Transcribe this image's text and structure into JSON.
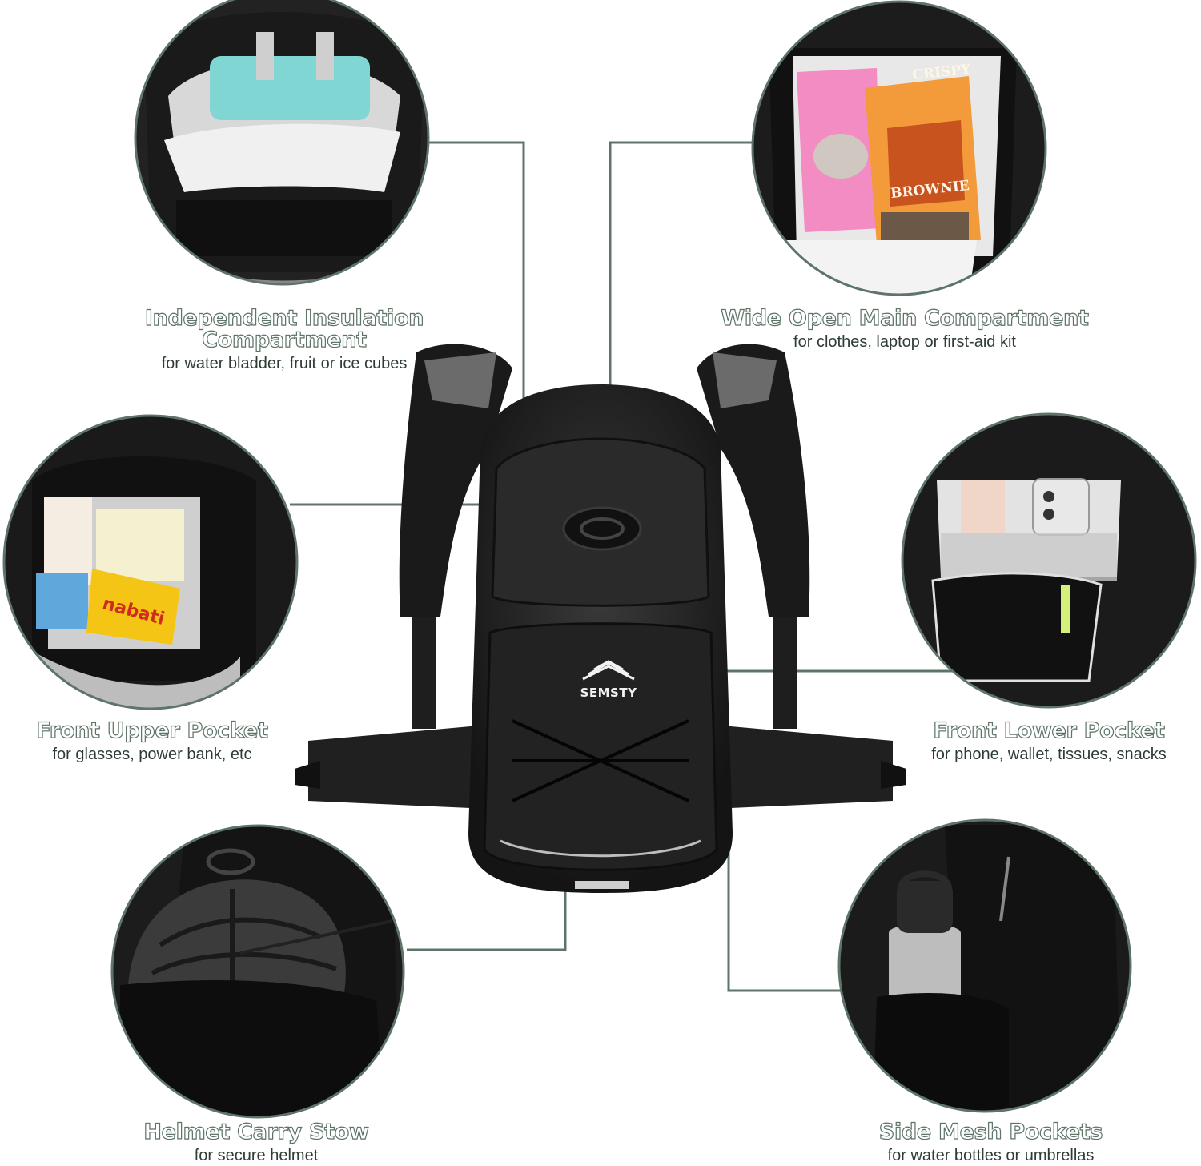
{
  "product": {
    "brand": "SEMSTY"
  },
  "colors": {
    "accent_green": "#5d7467",
    "backpack_black": "#1c1c1c",
    "leader_line": "#5d7467"
  },
  "features": [
    {
      "title": "Independent Insulation Compartment",
      "subtitle": "for water bladder, fruit or ice cubes"
    },
    {
      "title": "Wide Open Main Compartment",
      "subtitle": "for clothes, laptop or first-aid kit"
    },
    {
      "title": "Front Upper Pocket",
      "subtitle": "for glasses, power bank, etc"
    },
    {
      "title": "Front Lower Pocket",
      "subtitle": "for phone, wallet, tissues, snacks"
    },
    {
      "title": "Helmet Carry Stow",
      "subtitle": "for secure helmet"
    },
    {
      "title": "Side Mesh Pockets",
      "subtitle": "for water bottles or umbrellas"
    }
  ],
  "snack": {
    "line1": "CRISPY",
    "line2": "BROWNIE"
  }
}
